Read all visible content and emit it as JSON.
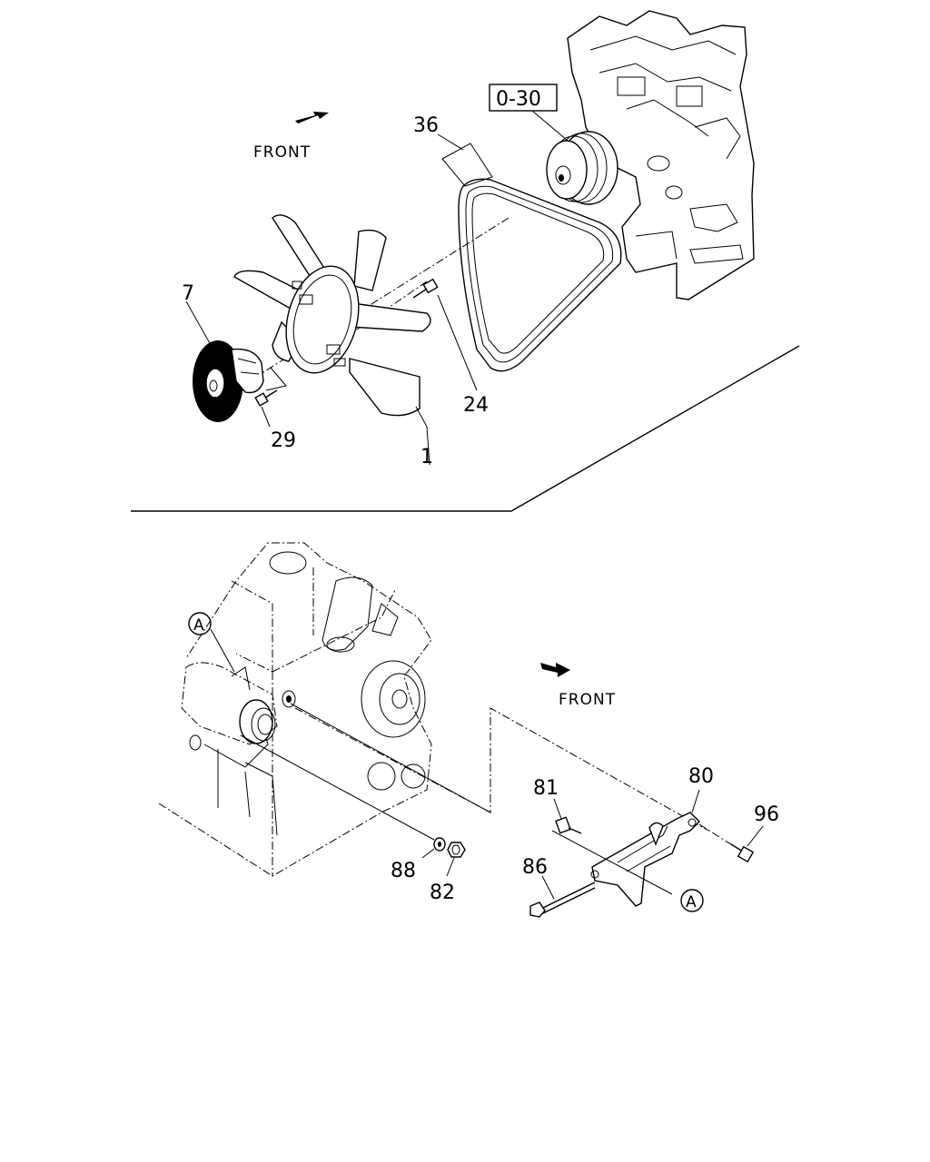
{
  "upper": {
    "front_label": "FRONT",
    "ref_box": "0-30",
    "callouts": {
      "fan": "1",
      "fan_clutch": "7",
      "bolt_fan": "24",
      "bolt_clutch": "29",
      "v_belt": "36"
    }
  },
  "lower": {
    "front_label": "FRONT",
    "ref_circle": "A",
    "callouts": {
      "bracket": "80",
      "bolt_81": "81",
      "nut_82": "82",
      "bolt_86": "86",
      "washer_88": "88",
      "bolt_96": "96"
    }
  }
}
